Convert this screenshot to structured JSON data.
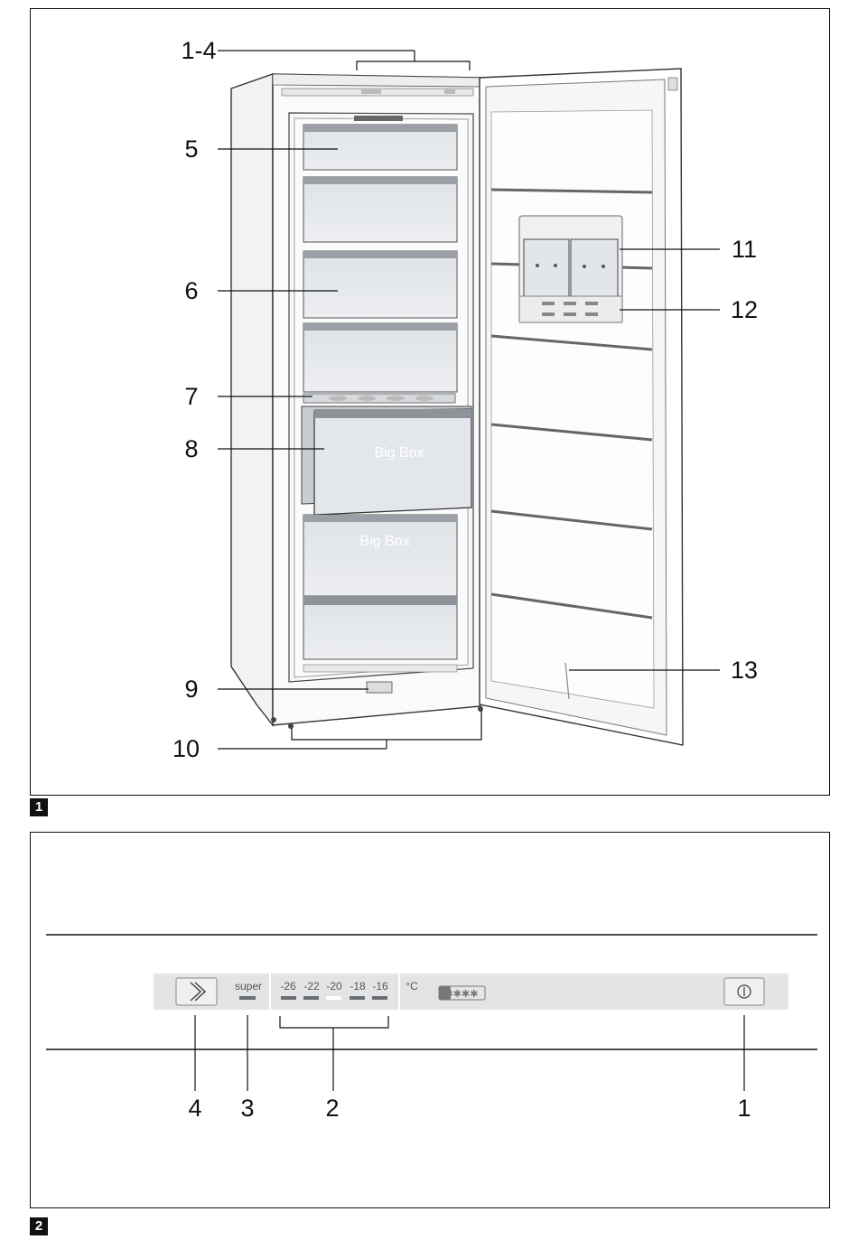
{
  "figure1": {
    "tag": "1",
    "callouts": {
      "c1_4": "1-4",
      "c5": "5",
      "c6": "6",
      "c7": "7",
      "c8": "8",
      "c9": "9",
      "c10": "10",
      "c11": "11",
      "c12": "12",
      "c13": "13"
    },
    "drawer_labels": [
      "Big Box",
      "Big Box"
    ]
  },
  "figure2": {
    "tag": "2",
    "panel": {
      "super_label": "super",
      "temperatures": [
        "-26",
        "-22",
        "-20",
        "-18",
        "-16"
      ],
      "unit": "°C",
      "star_rating": "✱✱✱✱"
    },
    "callouts": {
      "c4": "4",
      "c3": "3",
      "c2": "2",
      "c1": "1"
    }
  }
}
